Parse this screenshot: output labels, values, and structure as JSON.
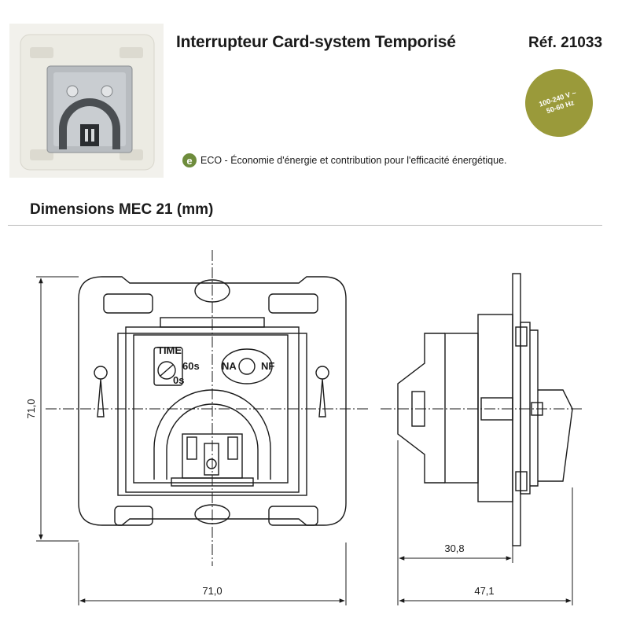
{
  "header": {
    "title": "Interrupteur Card-system Temporisé",
    "ref": "Réf. 21033"
  },
  "badge": {
    "line1": "100-240 V ~",
    "line2": "50-60 Hz",
    "color": "#9a9a3a"
  },
  "eco": {
    "icon_letter": "e",
    "text": "ECO - Économie d'énergie et contribution pour l'efficacité énergétique.",
    "color": "#6e8c3c"
  },
  "section": {
    "title": "Dimensions MEC 21 (mm)"
  },
  "drawing": {
    "front": {
      "height_label": "71,0",
      "width_label": "71,0",
      "time_label": "TIME",
      "time_max": "60s",
      "time_min": "0s",
      "contact_na": "NA",
      "contact_nf": "NF"
    },
    "side": {
      "depth_label": "30,8",
      "total_depth_label": "47,1"
    }
  },
  "product_photo": {
    "icon": "product-photo"
  }
}
